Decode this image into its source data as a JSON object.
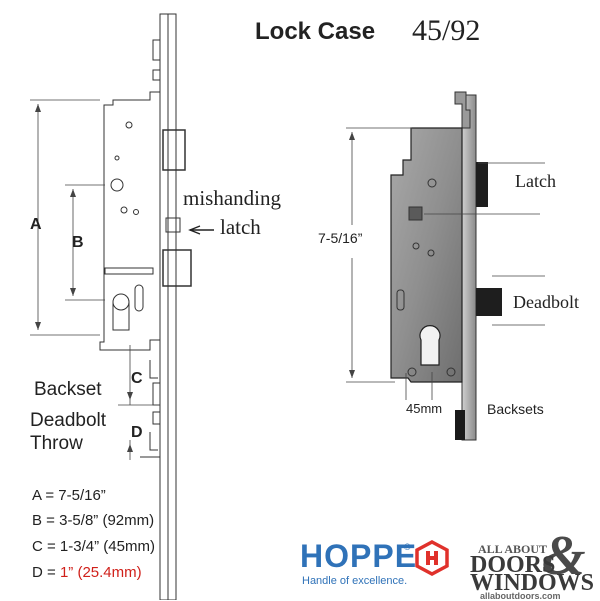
{
  "header": {
    "title_bold": "Lock Case",
    "title_model": "45/92"
  },
  "diagram_left": {
    "label_a": "A",
    "label_b": "B",
    "label_c": "C",
    "label_d": "D",
    "mishanding_line1": "mishanding",
    "mishanding_line2": "latch",
    "backset": "Backset",
    "deadbolt_line1": "Deadbolt",
    "deadbolt_line2": "Throw"
  },
  "diagram_right": {
    "height": "7-5/16”",
    "latch": "Latch",
    "deadbolt": "Deadbolt",
    "backset_value": "45mm",
    "backsets": "Backsets"
  },
  "specs": [
    {
      "text": "A = 7-5/16”",
      "accent": ""
    },
    {
      "text": "B = 3-5/8” (92mm)",
      "accent": ""
    },
    {
      "text": "C = 1-3/4” (45mm)",
      "accent": ""
    },
    {
      "text": "D = ",
      "accent": "1” (25.4mm)"
    }
  ],
  "brand": {
    "hoppe": "HOPPE",
    "registered": "®",
    "hoppe_tagline": "Handle of excellence.",
    "aad_top": "ALL ABOUT",
    "aad_doors": "DOORS",
    "aad_amp": "&",
    "aad_windows": "WINDOWS",
    "aad_url": "allaboutdoors.com"
  },
  "colors": {
    "accent_red": "#d0201a",
    "hoppe_blue": "#2f72b8",
    "hoppe_logo_red": "#e0312b"
  },
  "icons": {
    "mishanding_arrow": "arrow-left-icon",
    "hoppe_logo": "hoppe-hexagon-logo"
  }
}
